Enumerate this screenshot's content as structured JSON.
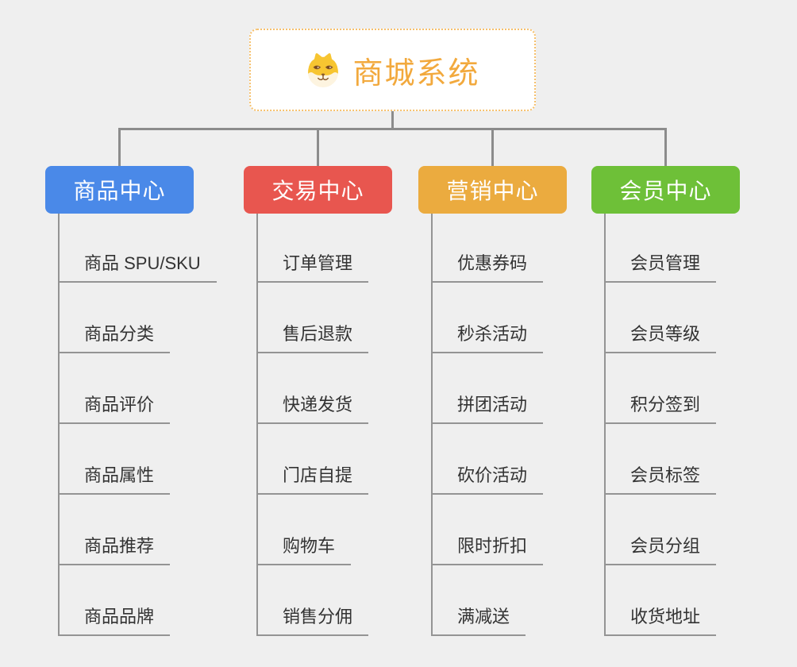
{
  "root": {
    "title": "商城系统",
    "icon": "shiba-dog-icon"
  },
  "branches": [
    {
      "label": "商品中心",
      "color": "#4A89E8",
      "items": [
        "商品 SPU/SKU",
        "商品分类",
        "商品评价",
        "商品属性",
        "商品推荐",
        "商品品牌"
      ]
    },
    {
      "label": "交易中心",
      "color": "#E8564F",
      "items": [
        "订单管理",
        "售后退款",
        "快递发货",
        "门店自提",
        "购物车",
        "销售分佣"
      ]
    },
    {
      "label": "营销中心",
      "color": "#EBAB3F",
      "items": [
        "优惠券码",
        "秒杀活动",
        "拼团活动",
        "砍价活动",
        "限时折扣",
        "满减送"
      ]
    },
    {
      "label": "会员中心",
      "color": "#6EC038",
      "items": [
        "会员管理",
        "会员等级",
        "积分签到",
        "会员标签",
        "会员分组",
        "收货地址"
      ]
    }
  ],
  "colors": {
    "background": "#EFEFEF",
    "connector": "#8C8C8C",
    "branch_line": "#949494",
    "leaf_text": "#333333",
    "root_text": "#F2A93D",
    "root_border": "#F6C06C",
    "header_text": "#FFFFFF"
  }
}
